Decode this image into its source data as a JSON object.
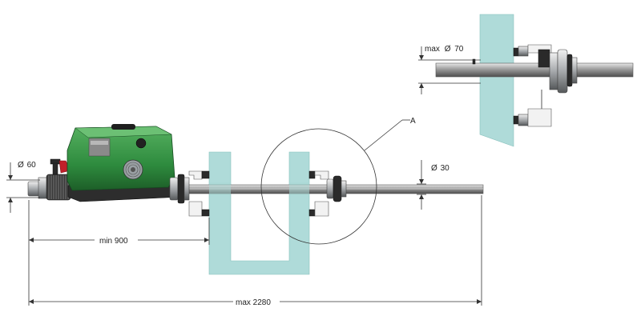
{
  "labels": {
    "dia_left": "60",
    "dia_right": "30",
    "dia_detail": "70",
    "dia_detail_prefix": "max",
    "min_length": "min 900",
    "max_length": "max 2280",
    "detail_callout": "A"
  },
  "symbols": {
    "diameter": "Ø"
  },
  "colors": {
    "machine_green": "#2e8b3e",
    "glass": "#a9d9d6",
    "valve_red": "#c0202a",
    "metal": "#b8bcc0"
  },
  "icons": [
    "motor-housing",
    "handle-icon",
    "red-valve-icon",
    "fan-grille-icon",
    "clamp-flange"
  ]
}
